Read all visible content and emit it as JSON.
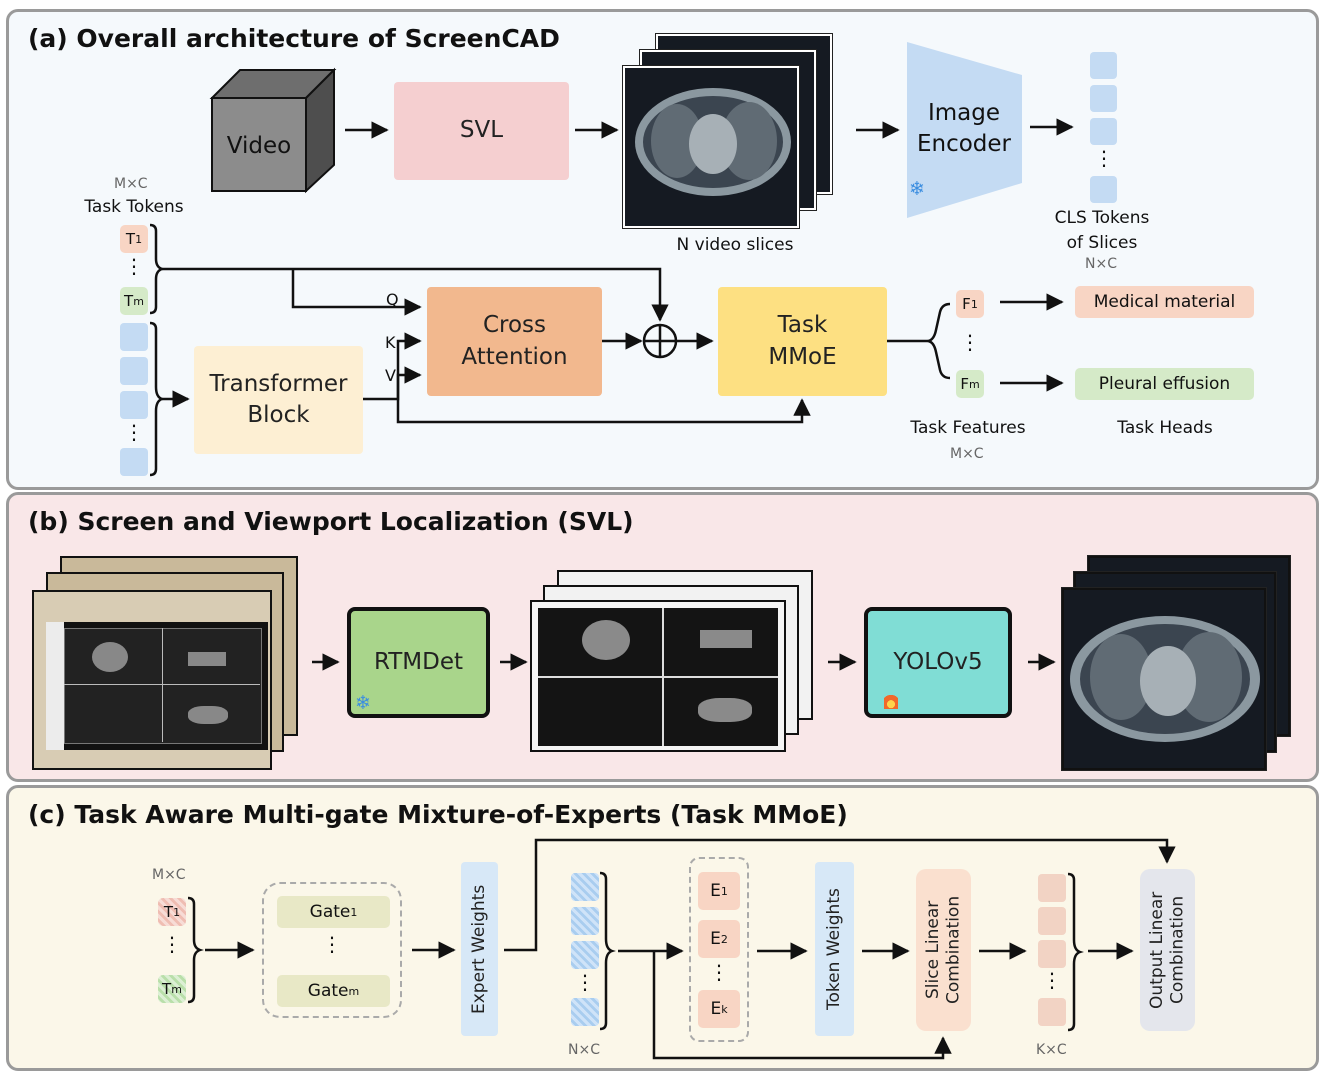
{
  "panels": {
    "a_title": "(a) Overall architecture of ScreenCAD",
    "b_title": "(b) Screen and Viewport Localization (SVL)",
    "c_title": "(c) Task Aware Multi-gate Mixture-of-Experts (Task MMoE)"
  },
  "a": {
    "video": "Video",
    "svl": "SVL",
    "n_video_slices": "N video slices",
    "image_encoder": "Image Encoder",
    "cls_tokens_line1": "CLS Tokens",
    "cls_tokens_line2": "of Slices",
    "nxc": "N×C",
    "mxc_top": "M×C",
    "task_tokens": "Task Tokens",
    "t1": "T",
    "t1_sub": "1",
    "tm": "T",
    "tm_sub": "m",
    "vdots": "⋮",
    "q": "Q",
    "k": "K",
    "v": "V",
    "cross_attention": "Cross Attention",
    "transformer_block": "Transformer Block",
    "task_mmoe": "Task MMoE",
    "f1": "F",
    "f1_sub": "1",
    "fm": "F",
    "fm_sub": "m",
    "medical_material": "Medical material",
    "pleural_effusion": "Pleural effusion",
    "task_features": "Task Features",
    "task_heads": "Task Heads",
    "mxc_bottom": "M×C"
  },
  "b": {
    "rtmdet": "RTMDet",
    "yolov5": "YOLOv5"
  },
  "c": {
    "mxc": "M×C",
    "t1": "T",
    "t1_sub": "1",
    "tm": "T",
    "tm_sub": "m",
    "gate1": "Gate",
    "gate1_sub": "1",
    "gatem": "Gate",
    "gatem_sub": "m",
    "expert_weights": "Expert Weights",
    "nxc": "N×C",
    "e1": "E",
    "e1_sub": "1",
    "e2": "E",
    "e2_sub": "2",
    "ek": "E",
    "ek_sub": "k",
    "token_weights": "Token Weights",
    "slice_linear": "Slice Linear Combination",
    "kxc": "K×C",
    "output_linear": "Output Linear Combination",
    "vdots": "⋮"
  },
  "colors": {
    "svl": "#f5cfd0",
    "encoder": "#c4dbf3",
    "cross_attention": "#f2b88e",
    "transformer": "#fdefd3",
    "task_mmoe": "#fde082",
    "rtmdet": "#a9d58b",
    "yolov5": "#80ddd5",
    "panel_a_bg": "#f5f9fc",
    "panel_b_bg": "#f9e7e8",
    "panel_c_bg": "#fbf7e9"
  },
  "icons": {
    "frozen": "snowflake-icon",
    "trainable": "fire-icon"
  }
}
